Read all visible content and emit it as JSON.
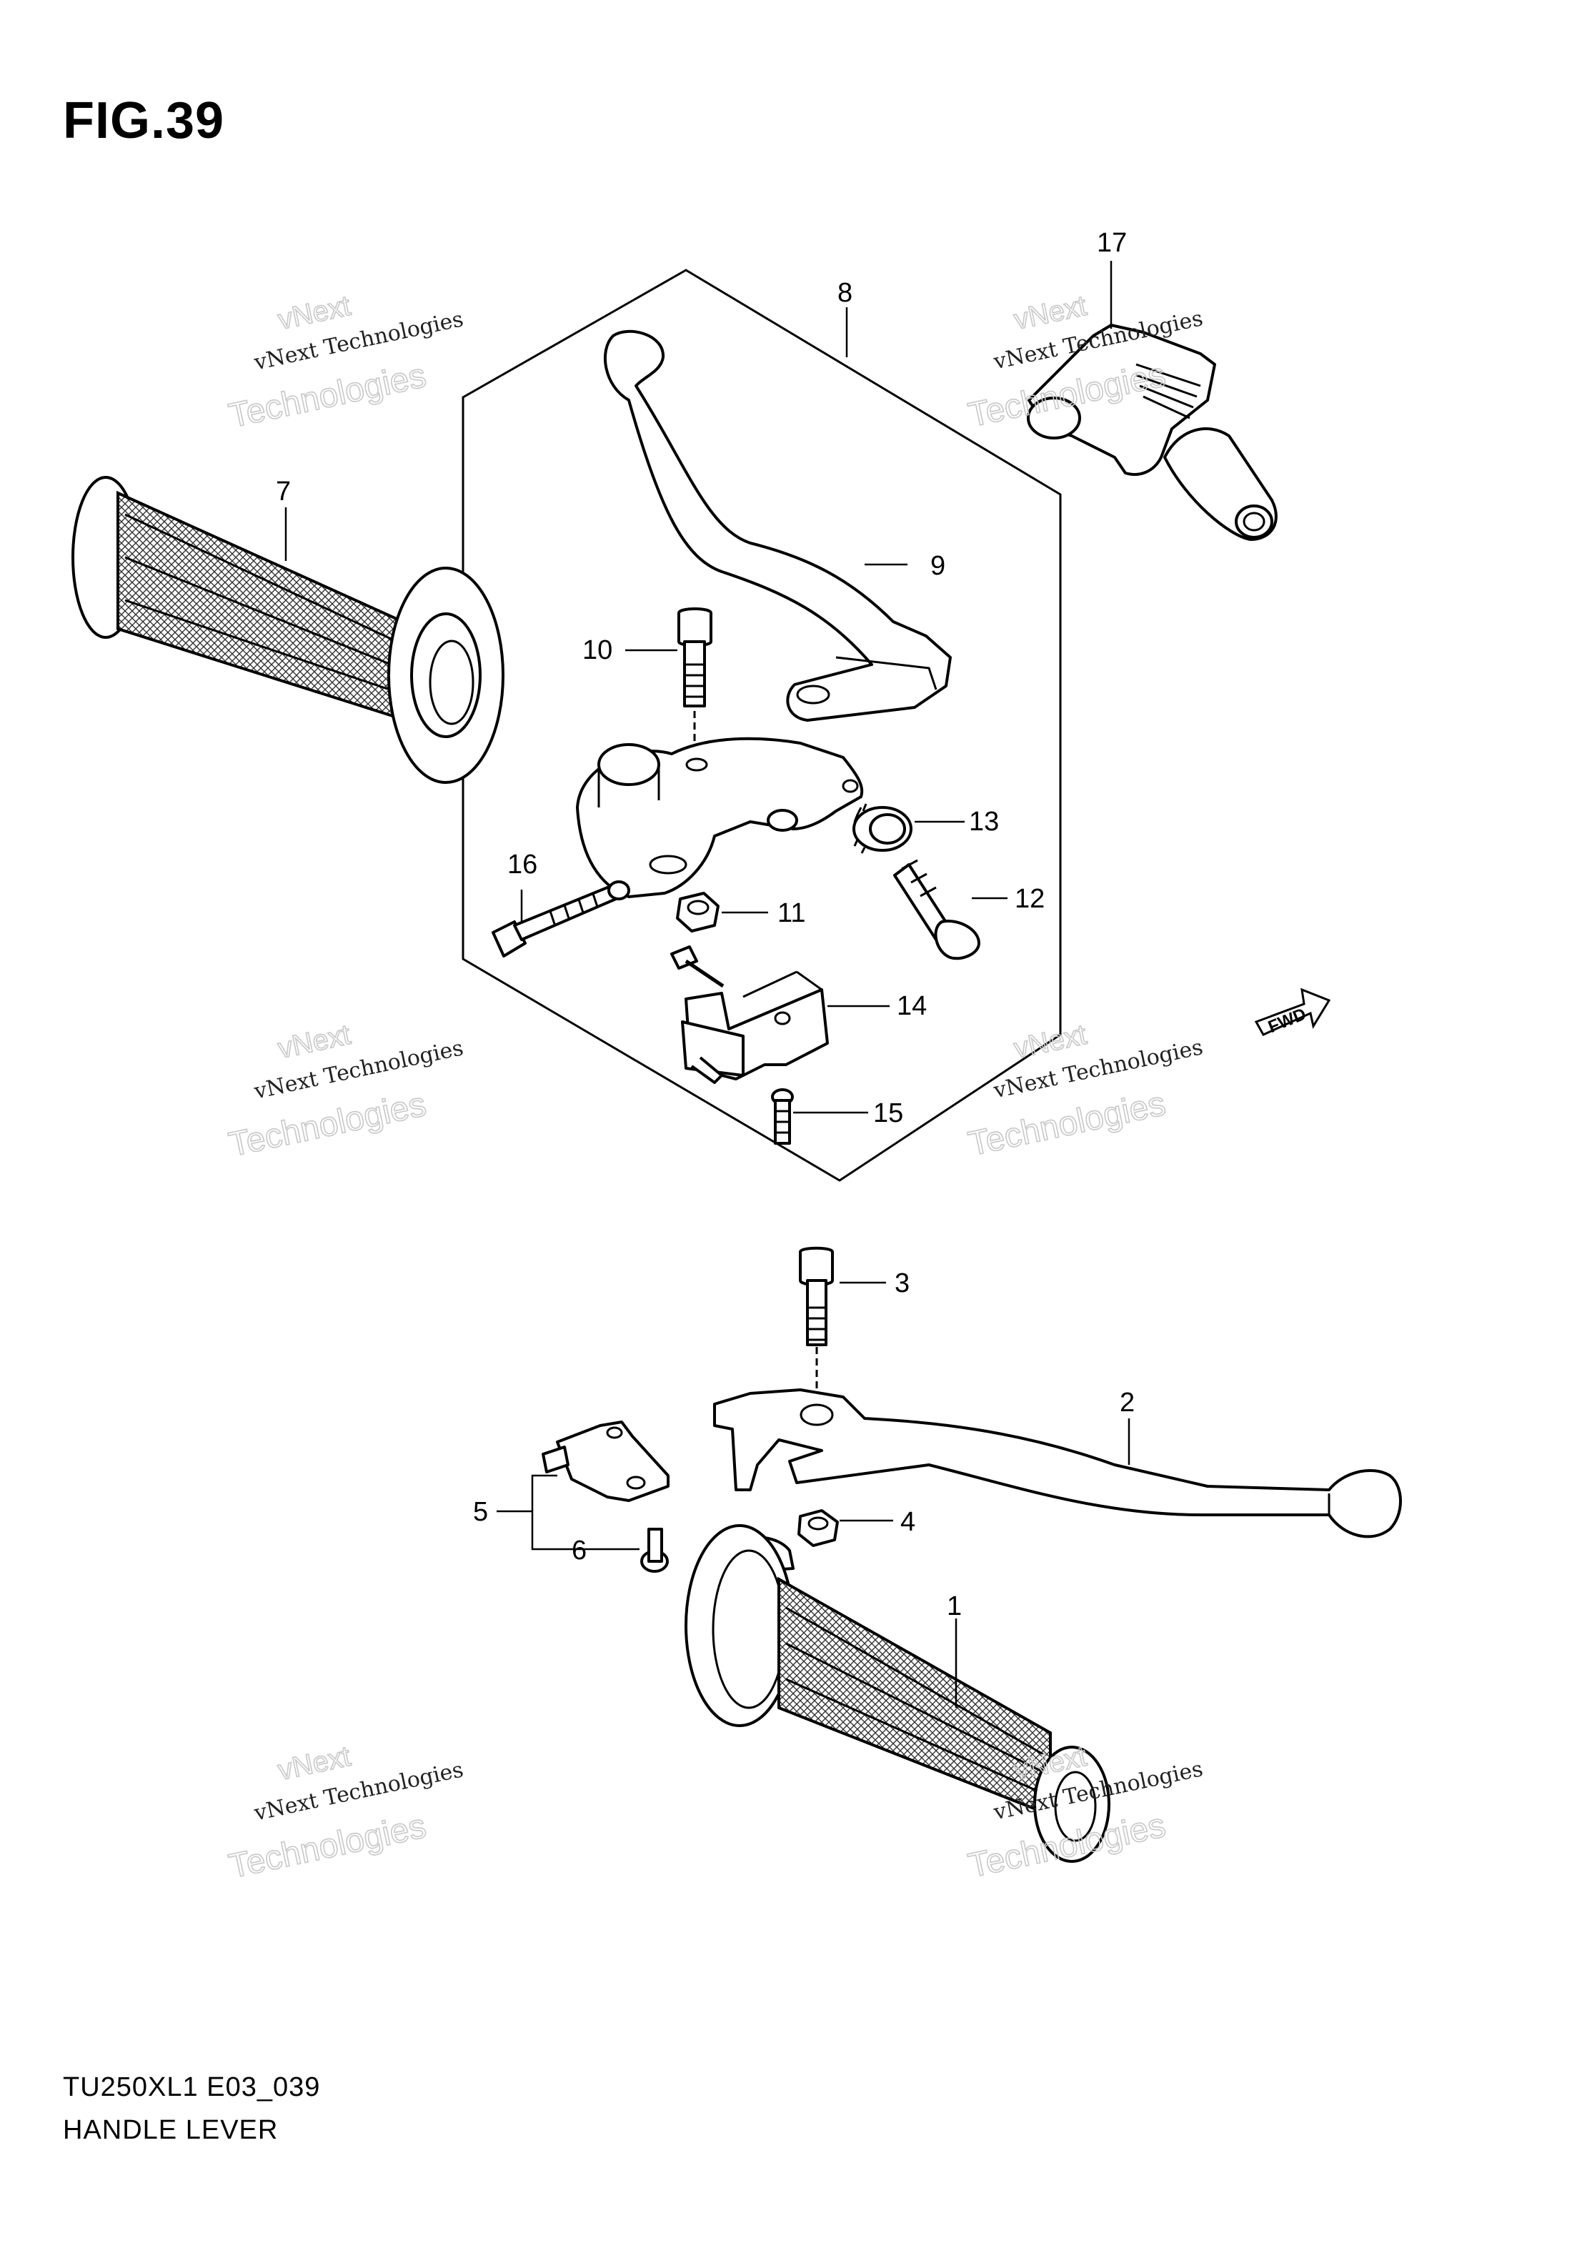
{
  "figure": {
    "title": "FIG.39",
    "model_code": "TU250XL1  E03_039",
    "section_name": "HANDLE LEVER"
  },
  "watermark": {
    "line1": "vNext Technologies",
    "line2": "Technologies",
    "line3": "vNext"
  },
  "fwd_label": "FWD",
  "callouts": [
    {
      "id": "1",
      "label": "1"
    },
    {
      "id": "2",
      "label": "2"
    },
    {
      "id": "3",
      "label": "3"
    },
    {
      "id": "4",
      "label": "4"
    },
    {
      "id": "5",
      "label": "5"
    },
    {
      "id": "6",
      "label": "6"
    },
    {
      "id": "7",
      "label": "7"
    },
    {
      "id": "8",
      "label": "8"
    },
    {
      "id": "9",
      "label": "9"
    },
    {
      "id": "10",
      "label": "10"
    },
    {
      "id": "11",
      "label": "11"
    },
    {
      "id": "12",
      "label": "12"
    },
    {
      "id": "13",
      "label": "13"
    },
    {
      "id": "14",
      "label": "14"
    },
    {
      "id": "15",
      "label": "15"
    },
    {
      "id": "16",
      "label": "16"
    },
    {
      "id": "17",
      "label": "17"
    }
  ]
}
